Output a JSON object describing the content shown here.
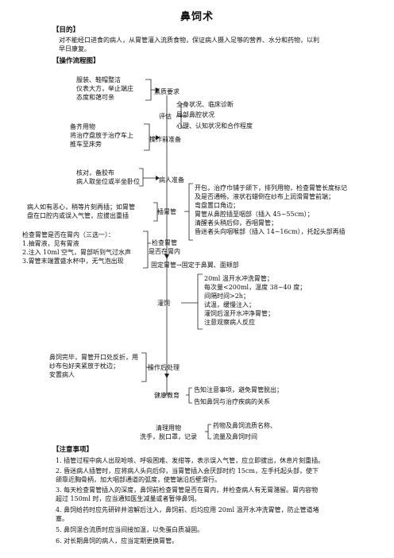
{
  "title": "鼻饲术",
  "purpose": {
    "heading": "【目的】",
    "text": "对不能经口进食的病人，从胃管灌入流质食物，保证病人摄入足够的营养、水分和药物，以利\n早日康复。"
  },
  "flow_heading": "【操作流程图】",
  "flow": {
    "prep_note": "服装、鞋帽整洁\n仪表大方，举止端庄\n态度和蔼可亲",
    "quality": "素质要求",
    "assess": "评估",
    "assess_items": [
      "全身状况、临床诊断",
      "局部鼻腔状况",
      "心理、认知状况和合作程度"
    ],
    "supplies_note": "备齐用物\n将治疗盘放于治疗车上\n推车至床旁",
    "pre_op": "操作前准备",
    "patient_note": "核对，备胶布\n病人取坐位或半坐卧位",
    "patient_prep": "病人准备",
    "insert_left": "病人如有恶心，稍等片刻再插；如胃管\n盘在口腔内或误入气管，应拔出重插",
    "insert": "插胃管",
    "insert_right": "开包，治疗巾铺于颌下，排列用物，检查胃管长度标记\n及是否通畅，液状石蜡倒在纱布上润滑胃管前端；\n弯盘置口角边；\n胃管从鼻腔插至咽部（插入 45~55cm）；\n清醒者头稍后仰，吞咽胃管；\n昏迷者头向咽喉部（插入 14~16cm），托起头部再插",
    "check_left": "检查胃管是否在胃内（三选一）：\n1.抽胃液，见有胃液\n2.注入 10ml 空气，胃部听到气过水声\n3.胃管末端置盛水杯中，无气泡出现",
    "check": "检查胃管\n是否在胃内",
    "fix": "固定胃管→固定于鼻翼、面颊部",
    "feed_right": "20ml 温开水冲洗胃管；\n每次量<200ml，温度 38~40 度；\n间隔时间>2h；\n试温，缓慢注入；\n灌饲后温开水冲净胃管；\n注意观察病人反应",
    "feed": "灌饲",
    "after_left": "鼻饲完毕，胃管开口处反折，用\n纱布包好夹紧放于枕边；\n安置病人",
    "after": "操作后处理",
    "edu": "健康教育",
    "edu_items": [
      "告知注意事项，避免胃管脱出；",
      "告知鼻饲与治疗疾病的关系"
    ],
    "cleanup": "清理用物\n洗手，脱口罩，记录",
    "cleanup_items": [
      "药物及鼻饲流质名称、",
      "流量及鼻饲时间"
    ]
  },
  "notes": {
    "heading": "【注意事项】",
    "items": [
      "1. 插管过程中病人出现呛咳、呼吸困难、发绀等，表示误入气管，应立即拔出，休息片刻重插。",
      "2. 昏迷病人插管时，应将病人头向后仰，当胃管插入会厌部时约 15cm，左手托起头部，使下\n颌靠近胸骨柄，加大咽部通道的弧度，使管端沿后壁滑行。",
      "3. 每天检查胃管插入的深度，鼻饲前检查胃管是否在胃内，并检查病人有无胃潴留。胃内容物\n超过 150ml 时，应当通知医生减量或者暂停鼻饲。",
      "4. 鼻饲给药时应先研碎并溶解后注入，鼻饲前、后均应用 20ml 温开水冲洗胃管，防止管道堵\n塞。",
      "5. 鼻饲混合流质时应当间接加温，以免蛋白质凝固。",
      "6. 对长期鼻饲的病人，应当定期更换胃管。"
    ]
  }
}
